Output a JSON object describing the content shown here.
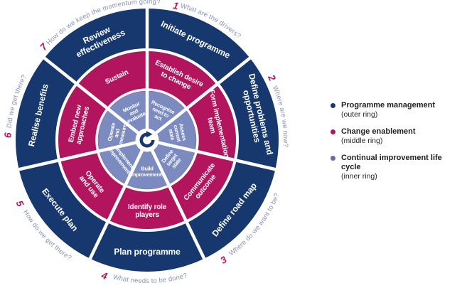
{
  "wheel": {
    "questions": [
      {
        "number": "1",
        "text": "What are the drivers?"
      },
      {
        "number": "2",
        "text": "Where are we now?"
      },
      {
        "number": "3",
        "text": "Where do we want to be?"
      },
      {
        "number": "4",
        "text": "What needs to be done?"
      },
      {
        "number": "5",
        "text": "How do we get there?"
      },
      {
        "number": "6",
        "text": "Did we get there?"
      },
      {
        "number": "7",
        "text": "How do we keep the momentum going?"
      }
    ],
    "outer_ring": {
      "segments": [
        {
          "label": "Initiate programme",
          "lines": [
            "Initiate programme"
          ]
        },
        {
          "label": "Define problems and opportunities",
          "lines": [
            "Define problems and",
            "opportunities"
          ]
        },
        {
          "label": "Define road map",
          "lines": [
            "Define road map"
          ]
        },
        {
          "label": "Plan programme",
          "lines": [
            "Plan programme"
          ]
        },
        {
          "label": "Execute plan",
          "lines": [
            "Execute plan"
          ]
        },
        {
          "label": "Realise benefits",
          "lines": [
            "Realise benefits"
          ]
        },
        {
          "label": "Review effectiveness",
          "lines": [
            "Review",
            "effectiveness"
          ]
        }
      ]
    },
    "middle_ring": {
      "segments": [
        {
          "label": "Establish desire to change",
          "lines": [
            "Establish desire",
            "to change"
          ]
        },
        {
          "label": "Form implementation team",
          "lines": [
            "Form implementation",
            "team"
          ]
        },
        {
          "label": "Communicate outcome",
          "lines": [
            "Communicate",
            "outcome"
          ]
        },
        {
          "label": "Identify role players",
          "lines": [
            "Identify role",
            "players"
          ]
        },
        {
          "label": "Operate and use",
          "lines": [
            "Operate",
            "and use"
          ]
        },
        {
          "label": "Embed new approaches",
          "lines": [
            "Embed new",
            "approaches"
          ]
        },
        {
          "label": "Sustain",
          "lines": [
            "Sustain"
          ]
        }
      ]
    },
    "inner_ring": {
      "segments": [
        {
          "label": "Recognise need to act",
          "lines": [
            "Recognise",
            "need to",
            "act"
          ]
        },
        {
          "label": "Assess current state",
          "lines": [
            "Assess",
            "current",
            "state"
          ]
        },
        {
          "label": "Define target state",
          "lines": [
            "Define",
            "target",
            "state"
          ]
        },
        {
          "label": "Build improvements",
          "lines": [
            "Build",
            "improvements"
          ]
        },
        {
          "label": "Implement improvements",
          "lines": [
            "Implement",
            "improvements"
          ]
        },
        {
          "label": "Operate and measure",
          "lines": [
            "Operate",
            "and",
            "measure"
          ]
        },
        {
          "label": "Monitor and evaluate",
          "lines": [
            "Monitor",
            "and",
            "evaluate"
          ]
        }
      ]
    }
  },
  "legend": {
    "items": [
      {
        "label": "Programme management",
        "sub": "(outer ring)",
        "color": "#17386e"
      },
      {
        "label": "Change enablement",
        "sub": "(middle ring)",
        "color": "#b2155e"
      },
      {
        "label": "Continual improvement life cycle",
        "sub": "(inner ring)",
        "color": "#5f6fae"
      }
    ]
  },
  "colors": {
    "outer_ring": "#17386e",
    "middle_ring": "#b2155e",
    "inner_ring": "#7b8abf",
    "question_text": "#8793b1",
    "question_number": "#b2155e",
    "legend_text": "#231f20",
    "label_text": "#ffffff"
  }
}
